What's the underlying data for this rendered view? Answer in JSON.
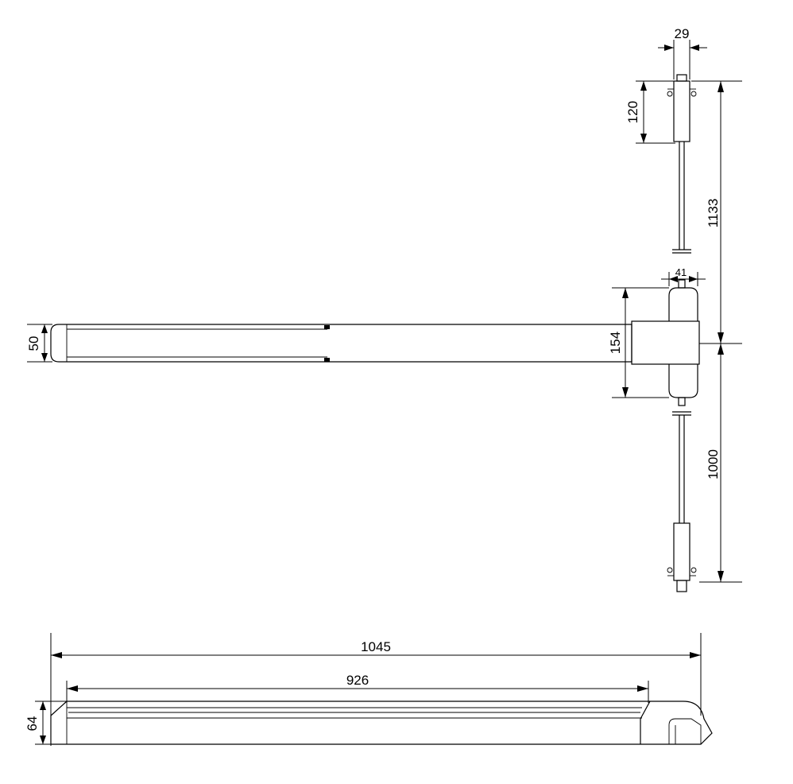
{
  "dimensions": {
    "mechanism_width": "29",
    "top_rod_bolt_height": "120",
    "overall_height": "1133",
    "head_width": "41",
    "head_height": "154",
    "bar_height": "50",
    "bottom_rod_length": "1000",
    "overall_length": "1045",
    "push_bar_length": "926",
    "side_height": "64"
  }
}
